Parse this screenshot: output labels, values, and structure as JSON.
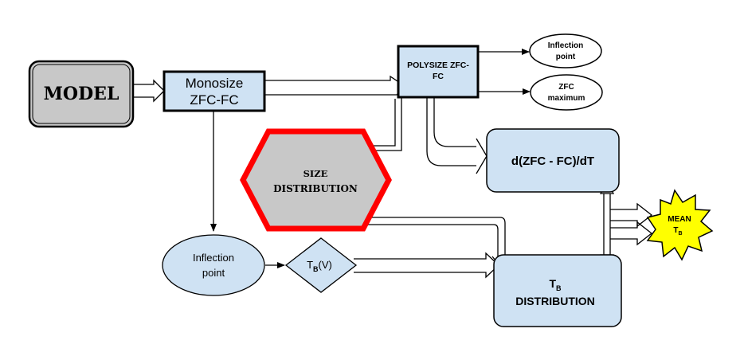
{
  "nodes": {
    "model": {
      "label": "MODEL"
    },
    "monosize": {
      "line1": "Monosize",
      "line2": "ZFC-FC"
    },
    "polysize": {
      "line1": "POLYSIZE ZFC-",
      "line2": "FC"
    },
    "inflection_top": {
      "line1": "Inflection",
      "line2": "point"
    },
    "zfc_max": {
      "line1": "ZFC",
      "line2": "maximum"
    },
    "size_distribution": {
      "line1": "SIZE",
      "line2": "DISTRIBUTION"
    },
    "derivative": {
      "label": "d(ZFC - FC)/dT"
    },
    "mean_tb": {
      "line1": "MEAN",
      "main": "T",
      "sub": "B"
    },
    "inflection_bottom": {
      "line1": "Inflection",
      "line2": "point"
    },
    "tb_v": {
      "main": "T",
      "sub": "B",
      "suffix": "(V)"
    },
    "tb_distribution": {
      "main": "T",
      "sub": "B",
      "line2": "DISTRIBUTION"
    }
  },
  "colors": {
    "box_fill": "#cfe2f3",
    "grey_fill": "#c8c8c8",
    "size_border": "#ff0000",
    "star_fill": "#ffff00",
    "line": "#000000"
  }
}
